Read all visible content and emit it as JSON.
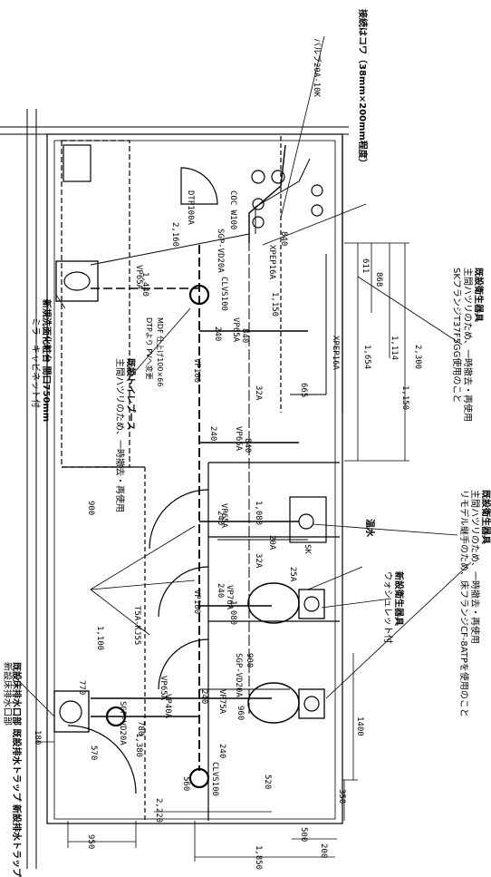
{
  "notes": {
    "valve": "バルブ20A-10K",
    "sleeve": "接続はコワ（38mm×200mm程度）",
    "existing_sink": "既設衛生器具",
    "existing_sink_2": "主間ハツリのため、一時撤去・再使用",
    "existing_sink_3": "SKフランジT37F5GG使用のこと",
    "new_basin": "新規洗面化粧台 間口750mm",
    "new_basin_2": "ミラーキャビネット付",
    "booth": "既設トイレブース",
    "booth_2": "主間ハツリのため、一時撤去・再使用",
    "mdf": "MDF 仕上げ100×66",
    "mdf_2": "DTPより PVへ変更",
    "wc_existing": "既設衛生器具",
    "wc_existing_2": "主間ハツリのため、一時撤去・再使用",
    "wc_existing_3": "リモデル継手のため、床フランジCF-8ATPを使用のこと",
    "toilet_new": "新設衛生器具",
    "toilet_new_2": "ウォシュレット付",
    "hot": "温水",
    "bottom_note": "既設床排水口部 既設排水トラップ 新設排水トラップ",
    "bottom_note_2": "新設床排水口部"
  },
  "pipe_labels": {
    "sgp1": "SGP-VD20A",
    "sgp2": "SGP-VD20A",
    "sgp3": "SGP-VD20A",
    "vp65a_1": "VP65A",
    "vp65a_2": "VP65A",
    "vp65a_3": "VP65A",
    "vp65a_4": "VP65A",
    "vp65a_5": "VP65A",
    "vp100": "VP100",
    "vp100b": "VP100",
    "vp76a": "VP76A",
    "vp75a": "VP75A",
    "vp40a": "VP40A",
    "xpep16a": "XPEP16A",
    "xpep16a_2": "XPEP16A",
    "dtp100a": "DTP100A",
    "cocw100": "COC W100",
    "clvs100a": "CLVS100",
    "clvs100b": "CLVS100",
    "t5a": "T5A-KJ55",
    "a32_1": "32A",
    "a32_2": "32A",
    "a20": "20A",
    "a25": "25A",
    "sk": "SK"
  },
  "dims": {
    "d2160": "2,160",
    "d1440": "1,440",
    "d840a": "840",
    "d840b": "840",
    "d840c": "840",
    "d1150": "1,150",
    "d665": "665",
    "d1080a": "1,080",
    "d1080b": "1,080",
    "d900a": "900",
    "d900b": "900",
    "d1100": "1,100",
    "d770": "770",
    "d780": "780",
    "d1380": "1,380",
    "d960": "960",
    "d570": "570",
    "d560": "560",
    "d520": "520",
    "d2220": "2,220",
    "d950": "950",
    "d180": "180",
    "d1850": "1,850",
    "d500": "500",
    "d200": "200",
    "d350": "350",
    "d1400": "1400",
    "d611": "611",
    "d868": "868",
    "d1654": "1,654",
    "d1114": "1,114",
    "d1150v": "1,150",
    "d2300": "2,300",
    "d240a": "240",
    "d240b": "240",
    "d240c": "240",
    "d240d": "240",
    "d240e": "240",
    "d240f": "240"
  }
}
